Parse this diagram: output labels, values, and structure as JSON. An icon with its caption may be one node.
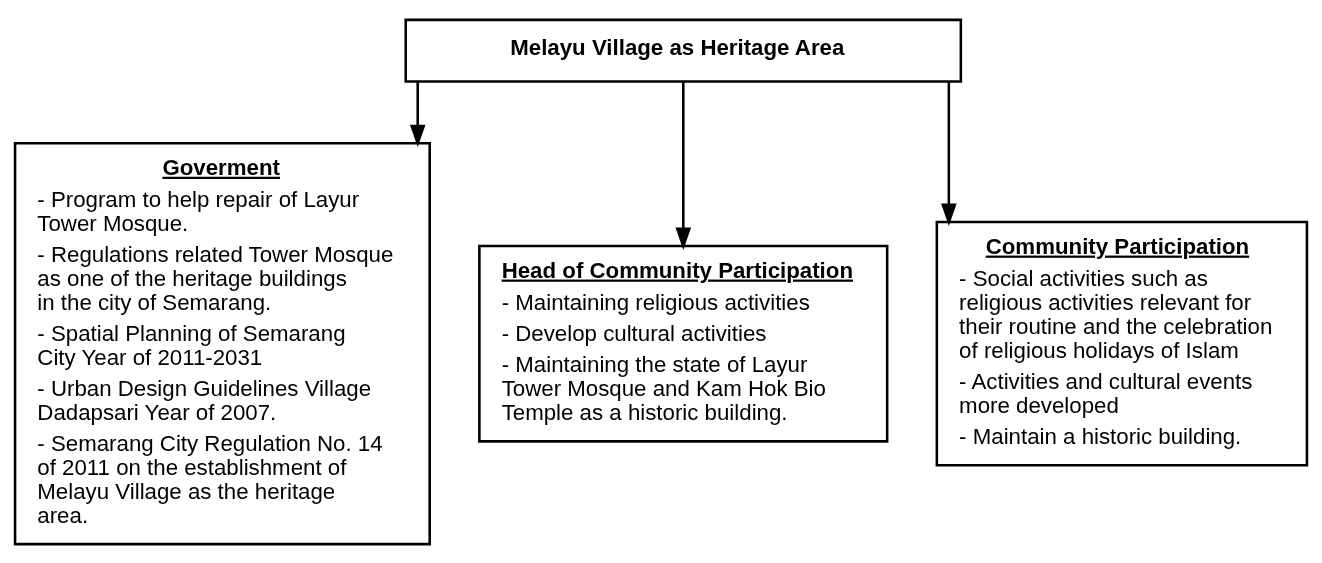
{
  "diagram": {
    "nodes": [
      {
        "text": [
          "Melayu Village as Heritage Area"
        ]
      },
      {
        "text": [
          "Goverment",
          "- Program to help repair of Layur Tower Mosque.",
          "- Regulations related Tower Mosque as one of the heritage buildings in the city of Semarang.",
          "- Spatial Planning of Semarang City Year of 2011-2031",
          "- Urban Design Guidelines Village Dadapsari Year of 2007.",
          "- Semarang City Regulation No. 14 of 2011 on the establishment of Melayu Village as the heritage area."
        ]
      },
      {
        "text": [
          "Head of Community Participation",
          "- Maintaining religious activities",
          "- Develop cultural activities",
          "- Maintaining the state of Layur Tower Mosque and Kam Hok Bio Temple as a historic building."
        ]
      },
      {
        "text": [
          "Community Participation",
          "- Social activities such as religious activities relevant for their routine and the celebration of religious holidays of Islam",
          "- Activities and cultural events more developed",
          "- Maintain a historic building."
        ]
      }
    ],
    "edges": [
      {
        "from": 0,
        "to": 1,
        "arrow": "to"
      },
      {
        "from": 0,
        "to": 2,
        "arrow": "to"
      },
      {
        "from": 0,
        "to": 3,
        "arrow": "to"
      }
    ]
  }
}
